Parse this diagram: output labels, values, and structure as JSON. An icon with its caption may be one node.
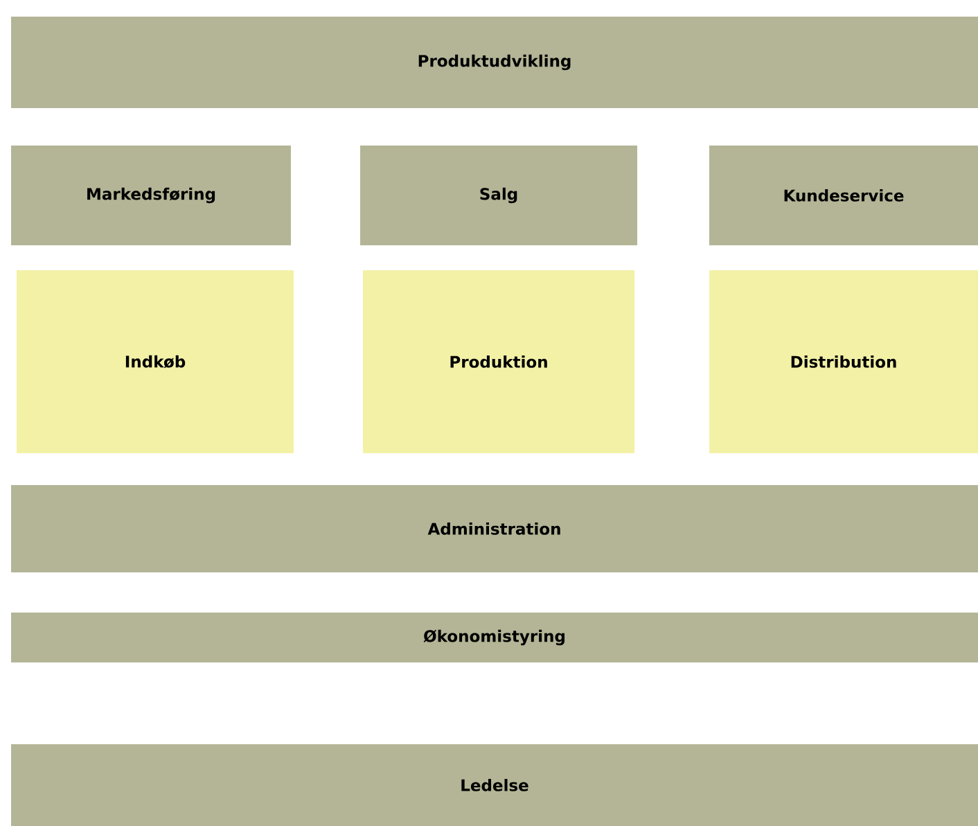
{
  "diagram": {
    "nodes": [
      {
        "text": [
          "Produktudvikling"
        ]
      },
      {
        "text": [
          "Markedsføring"
        ]
      },
      {
        "text": [
          "Salg"
        ]
      },
      {
        "text": [
          "Kundeservice"
        ]
      },
      {
        "text": [
          "Indkøb"
        ]
      },
      {
        "text": [
          "Produktion"
        ]
      },
      {
        "text": [
          "Distribution"
        ]
      },
      {
        "text": [
          "Administration"
        ]
      },
      {
        "text": [
          "Økonomistyring"
        ]
      },
      {
        "text": [
          "Ledelse"
        ]
      }
    ]
  }
}
